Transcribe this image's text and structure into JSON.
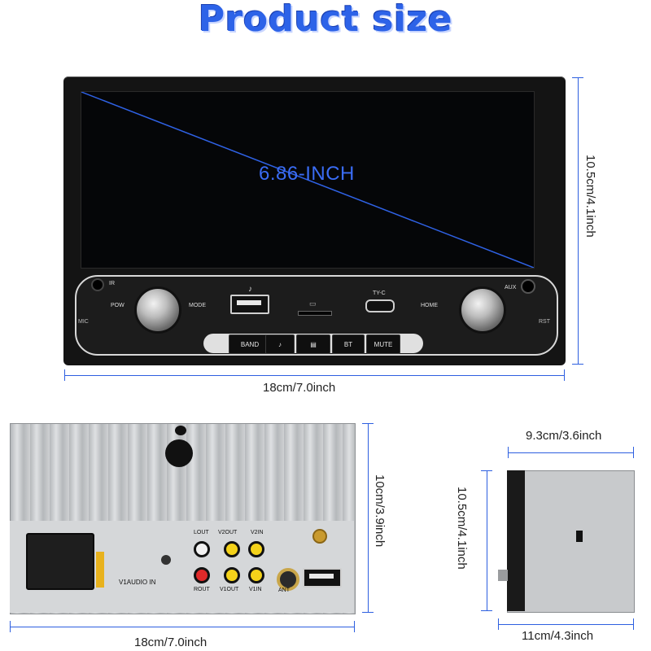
{
  "title": "Product size",
  "front": {
    "screen_label": "6.86-INCH",
    "width_label": "18cm/7.0inch",
    "height_label": "10.5cm/4.1inch",
    "panel": {
      "ir": "IR",
      "pow": "POW",
      "mode": "MODE",
      "typec": "TY-C",
      "home": "HOME",
      "aux": "AUX",
      "mic": "MIC",
      "rst": "RST",
      "buttons": [
        "BAND",
        "♪",
        "▤",
        "BT",
        "MUTE"
      ]
    }
  },
  "rear": {
    "width_label": "18cm/7.0inch",
    "height_label": "10cm/3.9inch",
    "ports": {
      "lout": "LOUT",
      "v2out": "V2OUT",
      "v2in": "V2IN",
      "rout": "ROUT",
      "v1out": "V1OUT",
      "v1in": "V1IN",
      "ant": "ANT",
      "vaudio_in": "V1AUDIO IN"
    }
  },
  "side": {
    "depth_top_label": "9.3cm/3.6inch",
    "depth_bottom_label": "11cm/4.3inch",
    "height_label": "10.5cm/4.1inch"
  },
  "colors": {
    "accent": "#2d63e8",
    "dimension_line": "#2d5fe0"
  }
}
